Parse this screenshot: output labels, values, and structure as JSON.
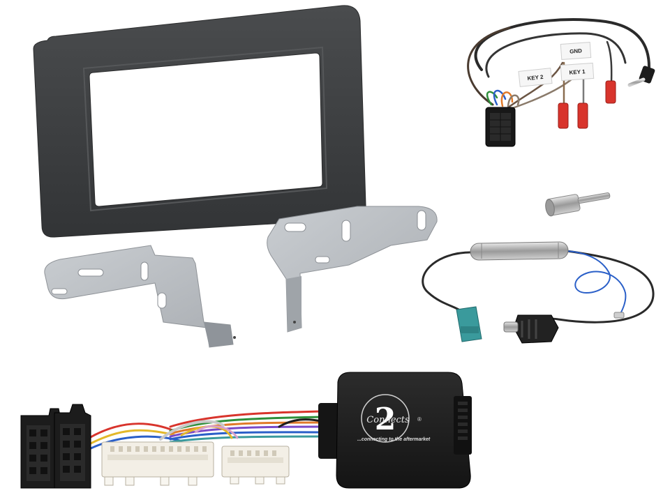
{
  "labels": {
    "gnd": "GND",
    "key2": "KEY 2",
    "key1": "KEY 1"
  },
  "logo": {
    "numeral": "2",
    "word": "Connects",
    "mark": "®",
    "tagline": "...connecting to the aftermarket"
  },
  "colors": {
    "fascia": "#3c3e40",
    "bracket": "#b9bdc1",
    "cable_dark": "#2a2a2a",
    "connector_red": "#d8342c",
    "antenna_blue": "#2a5fc8",
    "fakra_teal": "#3a9a9c",
    "loom_connector": "#f3efe6",
    "interface_box": "#1e1e1e"
  }
}
